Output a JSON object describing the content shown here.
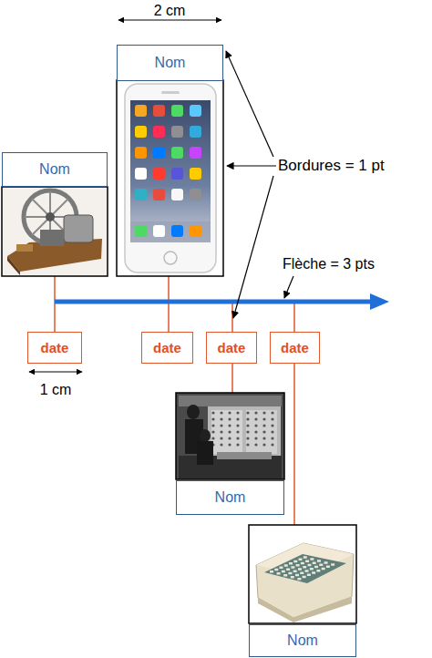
{
  "diagram": {
    "nodes": [
      {
        "text": [
          "Nom"
        ]
      },
      {
        "text": [
          "Nom"
        ]
      },
      {
        "text": [
          "date"
        ]
      },
      {
        "text": [
          "date"
        ]
      },
      {
        "text": [
          "date"
        ]
      },
      {
        "text": [
          "date"
        ]
      },
      {
        "text": [
          "Nom"
        ]
      },
      {
        "text": [
          "Nom"
        ]
      }
    ],
    "labels": [
      "2 cm",
      "Bordures = 1 pt",
      "Flèche = 3 pts",
      "1 cm"
    ]
  }
}
